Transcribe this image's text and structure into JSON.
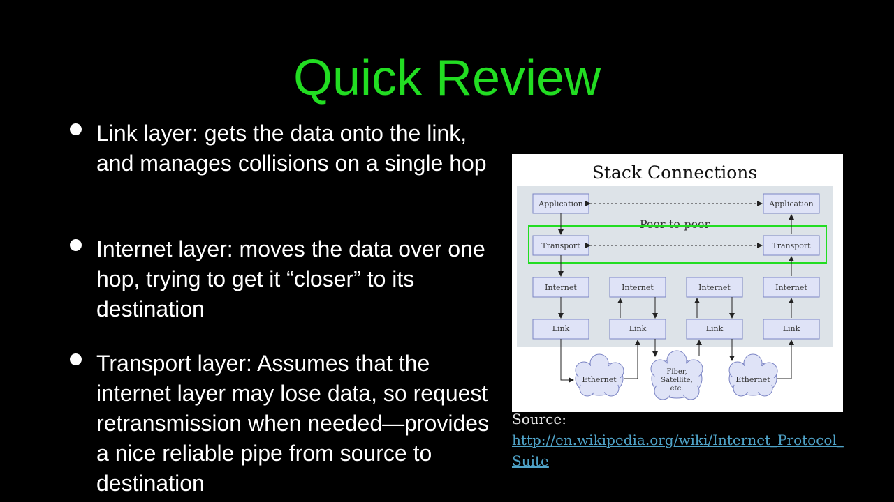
{
  "slide": {
    "title": "Quick Review",
    "bullets": [
      {
        "text": "Link layer:  gets the data onto the link, and manages collisions on a single hop"
      },
      {
        "text": "Internet layer: moves the data over one hop, trying to get it “closer” to its destination"
      },
      {
        "text": "Transport layer: Assumes that the internet layer may lose data, so request retransmission when needed—provides a nice reliable pipe from source to destination"
      }
    ],
    "source_label": "Source:",
    "source_url": "http://en.wikipedia.org/wiki/Internet_Protocol_Suite"
  },
  "diagram": {
    "title": "Stack Connections",
    "peer_label": "Peer-to-peer",
    "boxes": {
      "application": "Application",
      "transport": "Transport",
      "internet": "Internet",
      "link": "Link"
    },
    "clouds": {
      "ethernet": "Ethernet",
      "fiber_1": "Fiber,",
      "fiber_2": "Satellite,",
      "fiber_3": "etc."
    },
    "colors": {
      "panel": "#dde3e8",
      "box_fill": "#dfe3f7",
      "box_stroke": "#7b84c4",
      "highlight": "#22dd22",
      "title_green": "#22dd22",
      "link_blue": "#4fa3c8"
    }
  }
}
